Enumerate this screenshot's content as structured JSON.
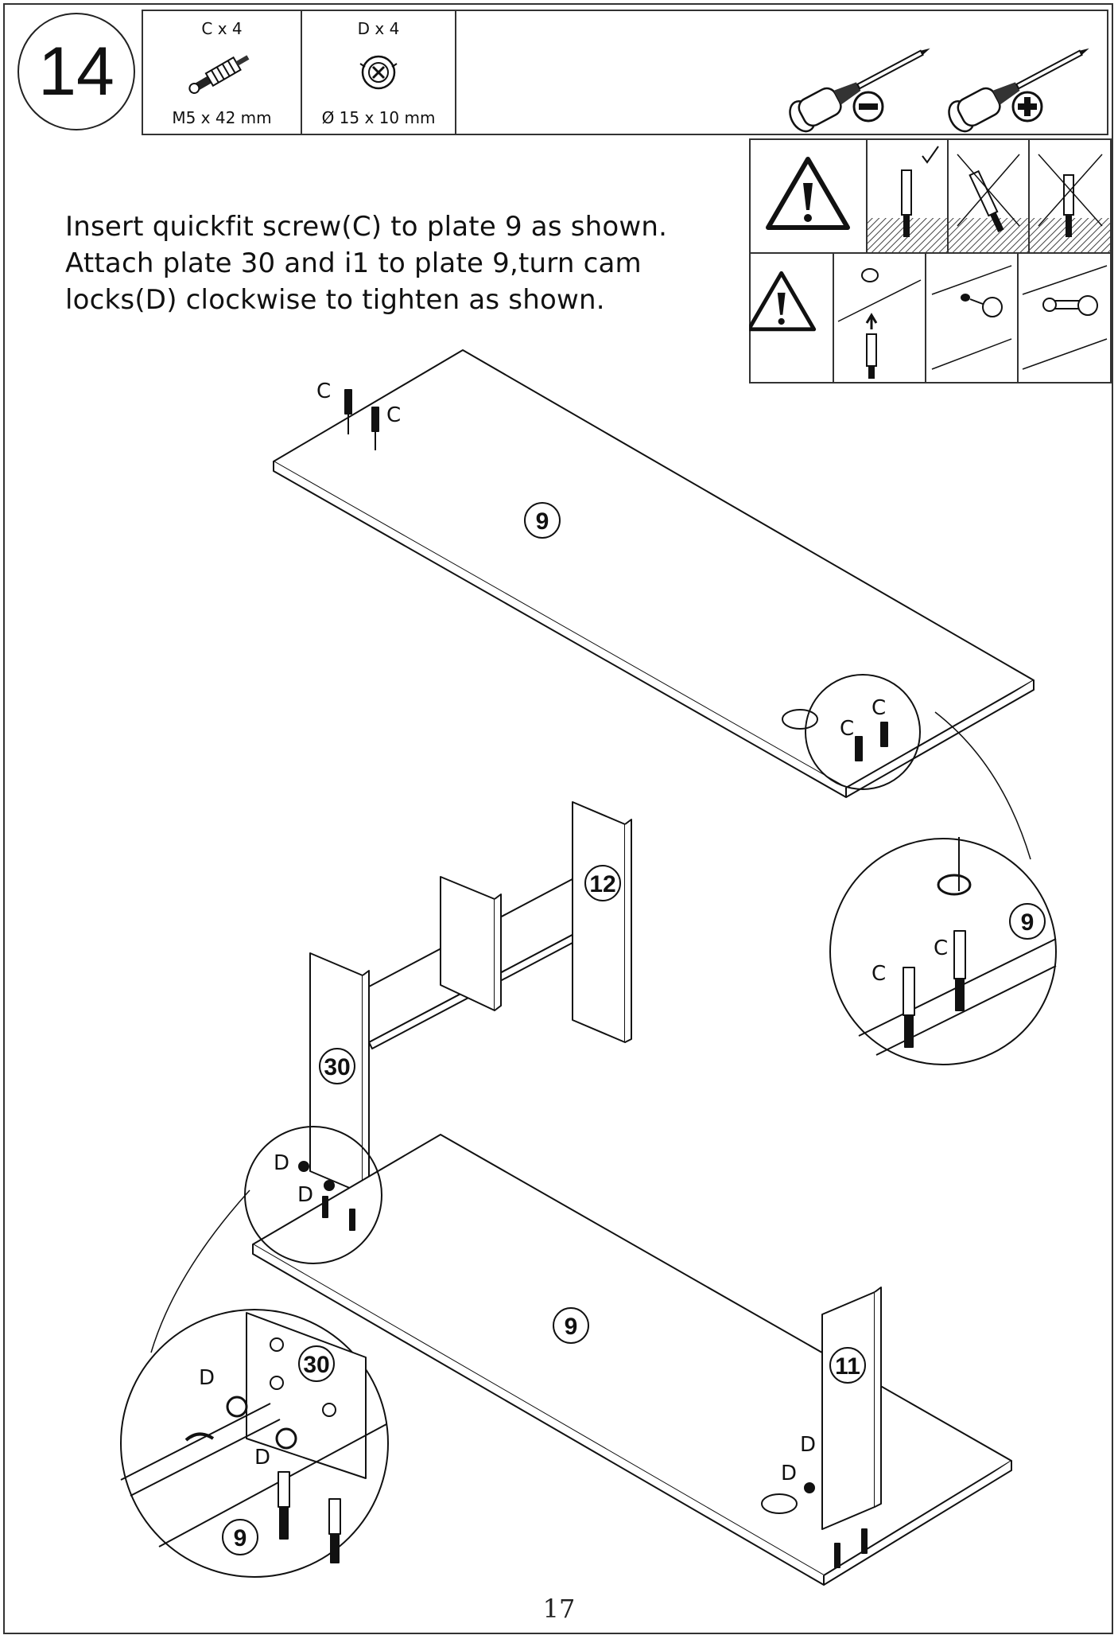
{
  "step": {
    "number": "14"
  },
  "parts": [
    {
      "id": "screw-c",
      "quantity": "C x 4",
      "size": "M5 x 42 mm",
      "icon": "quickfit-screw-icon"
    },
    {
      "id": "cam-d",
      "quantity": "D x 4",
      "size": "Ø 15 x 10 mm",
      "icon": "cam-lock-icon"
    }
  ],
  "tools": [
    {
      "icon": "flathead-screwdriver-icon",
      "symbol": "−"
    },
    {
      "icon": "phillips-screwdriver-icon",
      "symbol": "+"
    }
  ],
  "instructions": [
    "Insert quickfit screw(C) to plate 9 as shown.",
    "Attach plate 30 and i1 to plate 9,turn cam",
    "locks(D) clockwise to tighten as shown."
  ],
  "warnings": {
    "icon": "warning-triangle-icon"
  },
  "panels": {
    "top_board": "9",
    "bottom_board": "9",
    "left_side": "30",
    "right_side": "11",
    "shelf_upright": "12",
    "detail_board": "9",
    "detail_side": "30",
    "detail_zoom_board": "9"
  },
  "callouts": {
    "c": "C",
    "d": "D"
  },
  "page_number": "17"
}
